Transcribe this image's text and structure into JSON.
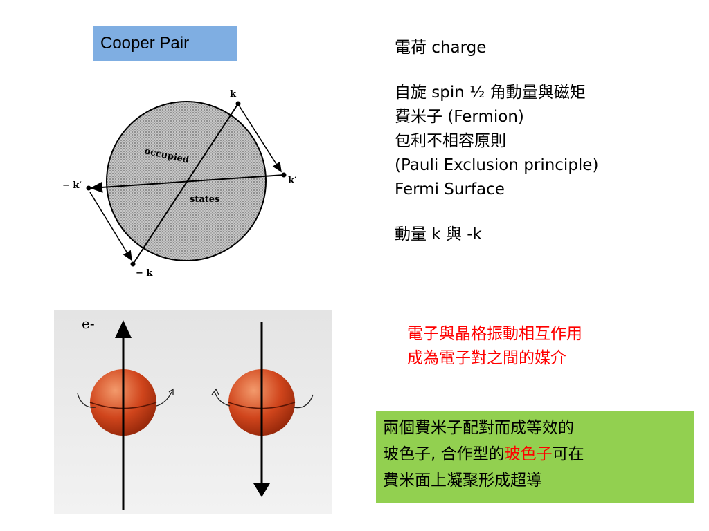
{
  "slide": {
    "title": "Cooper Pair",
    "properties": [
      "電荷 charge",
      "",
      "自旋 spin ½  角動量與磁矩",
      "費米子 (Fermion)",
      "包利不相容原則",
      "(Pauli Exclusion principle)",
      "Fermi Surface",
      "",
      "動量 k 與 -k"
    ],
    "red_note": [
      "電子與晶格振動相互作用",
      "成為電子對之間的媒介"
    ],
    "green_box": {
      "line1": "兩個費米子配對而成等效的",
      "line2_pre": "玻色子, 合作型的",
      "line2_red": "玻色子",
      "line2_post": "可在",
      "line3": "費米面上凝聚形成超導"
    },
    "fermi_figure": {
      "label_occupied": "occupied",
      "label_states": "states",
      "label_k": "k",
      "label_k_prime": "k′",
      "label_neg_k_prime": "− k′",
      "label_neg_k": "− k"
    },
    "spin_figure": {
      "label_electron": "e-"
    }
  },
  "colors": {
    "title_bg": "#7faee2",
    "green_bg": "#92d050",
    "accent_red": "#ff0000",
    "sphere": "#d0451c"
  }
}
